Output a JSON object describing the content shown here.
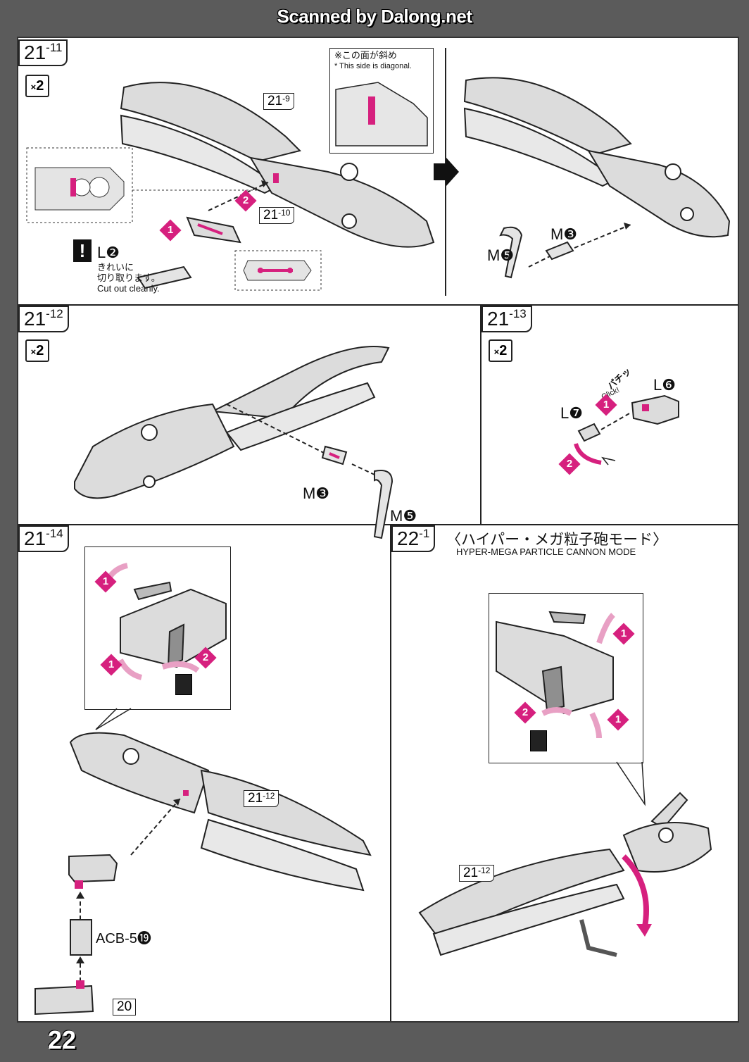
{
  "banner": "Scanned by Dalong.net",
  "page_number": "22",
  "colors": {
    "accent": "#d6207e",
    "part": "#dcdcdc",
    "line": "#222222"
  },
  "steps": {
    "s21_11": {
      "num": "21",
      "sub": "-11",
      "multiplier": "2",
      "note_jp": "※この面が斜め",
      "note_en": "* This side is diagonal.",
      "ref_a_num": "21",
      "ref_a_sub": "-9",
      "ref_b_num": "21",
      "ref_b_sub": "-10",
      "part_l2": "L❷",
      "cut_jp_1": "きれいに",
      "cut_jp_2": "切り取ります。",
      "cut_en": "Cut out cleanly.",
      "part_m5": "M❺",
      "part_m3": "M❸"
    },
    "s21_12": {
      "num": "21",
      "sub": "-12",
      "multiplier": "2",
      "part_m3": "M❸",
      "part_m5": "M❺"
    },
    "s21_13": {
      "num": "21",
      "sub": "-13",
      "multiplier": "2",
      "part_l6": "L❻",
      "part_l7": "L❼",
      "click_jp": "パチッ",
      "click_en": "Click!"
    },
    "s21_14": {
      "num": "21",
      "sub": "-14",
      "ref_num": "21",
      "ref_sub": "-12",
      "part_acb": "ACB-5⓳",
      "part_20": "20"
    },
    "s22_1": {
      "num": "22",
      "sub": "-1",
      "title_jp": "〈ハイパー・メガ粒子砲モード〉",
      "title_en": "HYPER-MEGA PARTICLE CANNON MODE",
      "ref_num": "21",
      "ref_sub": "-12"
    }
  },
  "marker_labels": {
    "one": "1",
    "two": "2"
  },
  "icons": [
    "arrow-right-icon",
    "exclamation-icon",
    "cut-tool-icon",
    "rotate-arrow-icon"
  ]
}
